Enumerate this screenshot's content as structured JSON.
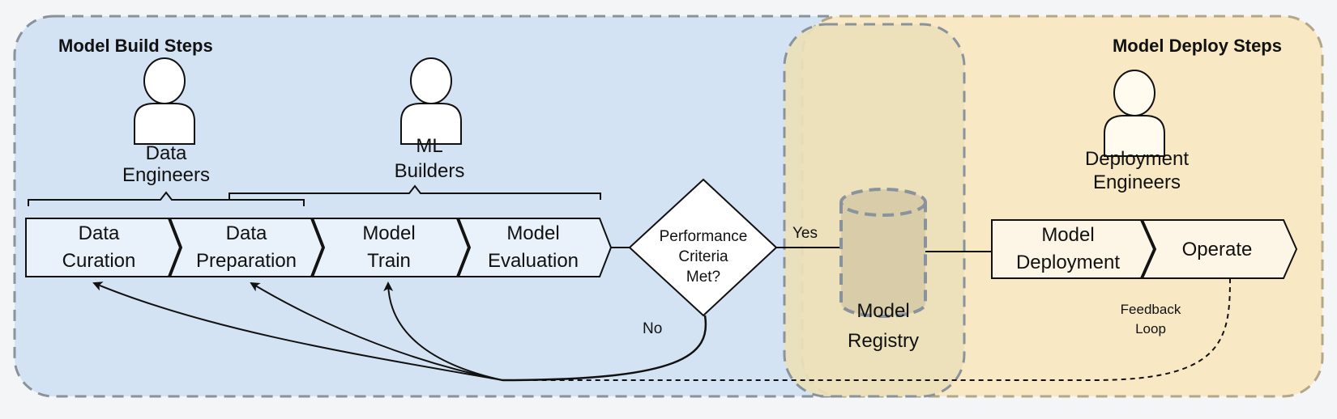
{
  "build_region": {
    "title": "Model Build Steps"
  },
  "deploy_region": {
    "title": "Model Deploy Steps"
  },
  "roles": {
    "data_engineers": {
      "line1": "Data",
      "line2": "Engineers"
    },
    "ml_builders": {
      "line1": "ML",
      "line2": "Builders"
    },
    "deployment_engineers": {
      "line1": "Deployment",
      "line2": "Engineers"
    }
  },
  "steps": [
    {
      "line1": "Data",
      "line2": "Curation"
    },
    {
      "line1": "Data",
      "line2": "Preparation"
    },
    {
      "line1": "Model",
      "line2": "Train"
    },
    {
      "line1": "Model",
      "line2": "Evaluation"
    }
  ],
  "decision": {
    "line1": "Performance",
    "line2": "Criteria",
    "line3": "Met?"
  },
  "edge_labels": {
    "yes": "Yes",
    "no": "No",
    "feedback_line1": "Feedback",
    "feedback_line2": "Loop"
  },
  "registry": {
    "line1": "Model",
    "line2": "Registry"
  },
  "deploy_steps": [
    {
      "line1": "Model",
      "line2": "Deployment"
    },
    {
      "line1": "Operate"
    }
  ],
  "colors": {
    "build_fill": "#d4e3f4",
    "deploy_fill": "#f8e9c4",
    "registry_fill": "#eadfb8",
    "step_fill": "#e9f1fb",
    "deploy_step_fill": "#fdf6e6",
    "border_dash": "#8a929b"
  }
}
